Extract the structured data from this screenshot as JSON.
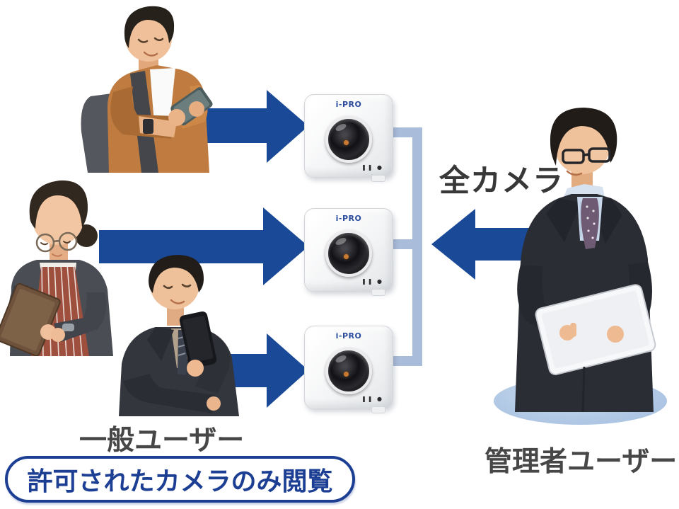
{
  "labels": {
    "all_cameras": "全カメラ",
    "general_users": "一般ユーザー",
    "admin_user": "管理者ユーザー",
    "permission_badge": "許可されたカメラのみ閲覧"
  },
  "cameras": {
    "brand": "i-PRO",
    "count": 3,
    "indicator_icons": "❚❚ ●"
  },
  "figures": [
    {
      "id": "general-user-1",
      "depicts": "man in orange shirt with backpack using smartphone"
    },
    {
      "id": "general-user-2",
      "depicts": "woman with glasses and striped apron using tablet"
    },
    {
      "id": "general-user-3",
      "depicts": "man in dark suit using smartphone"
    },
    {
      "id": "admin-user",
      "depicts": "man in suit with glasses holding white tablet"
    }
  ],
  "colors": {
    "arrow_blue": "#1a4a97",
    "connector_bracket_blue": "#a9bcd9",
    "floor_ellipse_blue": "#b3cae6",
    "badge_blue": "#1c3f94",
    "label_gray": "#3d3d3d",
    "camera_brand_blue": "#2b4d9e"
  }
}
